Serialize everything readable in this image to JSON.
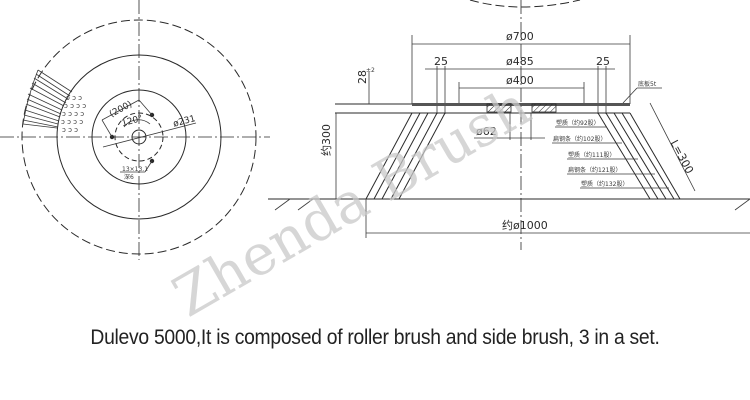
{
  "caption": "Dulevo 5000,It is composed of roller brush and side brush, 3 in a set.",
  "watermark": "Zhenda Brush",
  "top_view": {
    "dims": {
      "bolt_circle_chord": "(200)",
      "angle": "120°",
      "diameter": "ø231",
      "hole_note_top": "13×13.1",
      "hole_note_bottom": "深6"
    }
  },
  "side_view": {
    "dims": {
      "outer_top": "ø700",
      "middle": "ø485",
      "inner": "ø400",
      "left_width": "25",
      "right_width": "25",
      "plate_thickness": "28",
      "plate_tolerance": "±2",
      "hub_hole": "ø62",
      "height": "约300",
      "bottom_diameter": "约ø1000",
      "bristle_length": "L=300",
      "plate_label": "底板5t"
    },
    "bristle_rows": [
      "塑质（约92股）",
      "扁钢条（约102股）",
      "塑质（约111股）",
      "扁钢条（约121股）",
      "塑质（约132股）"
    ]
  }
}
